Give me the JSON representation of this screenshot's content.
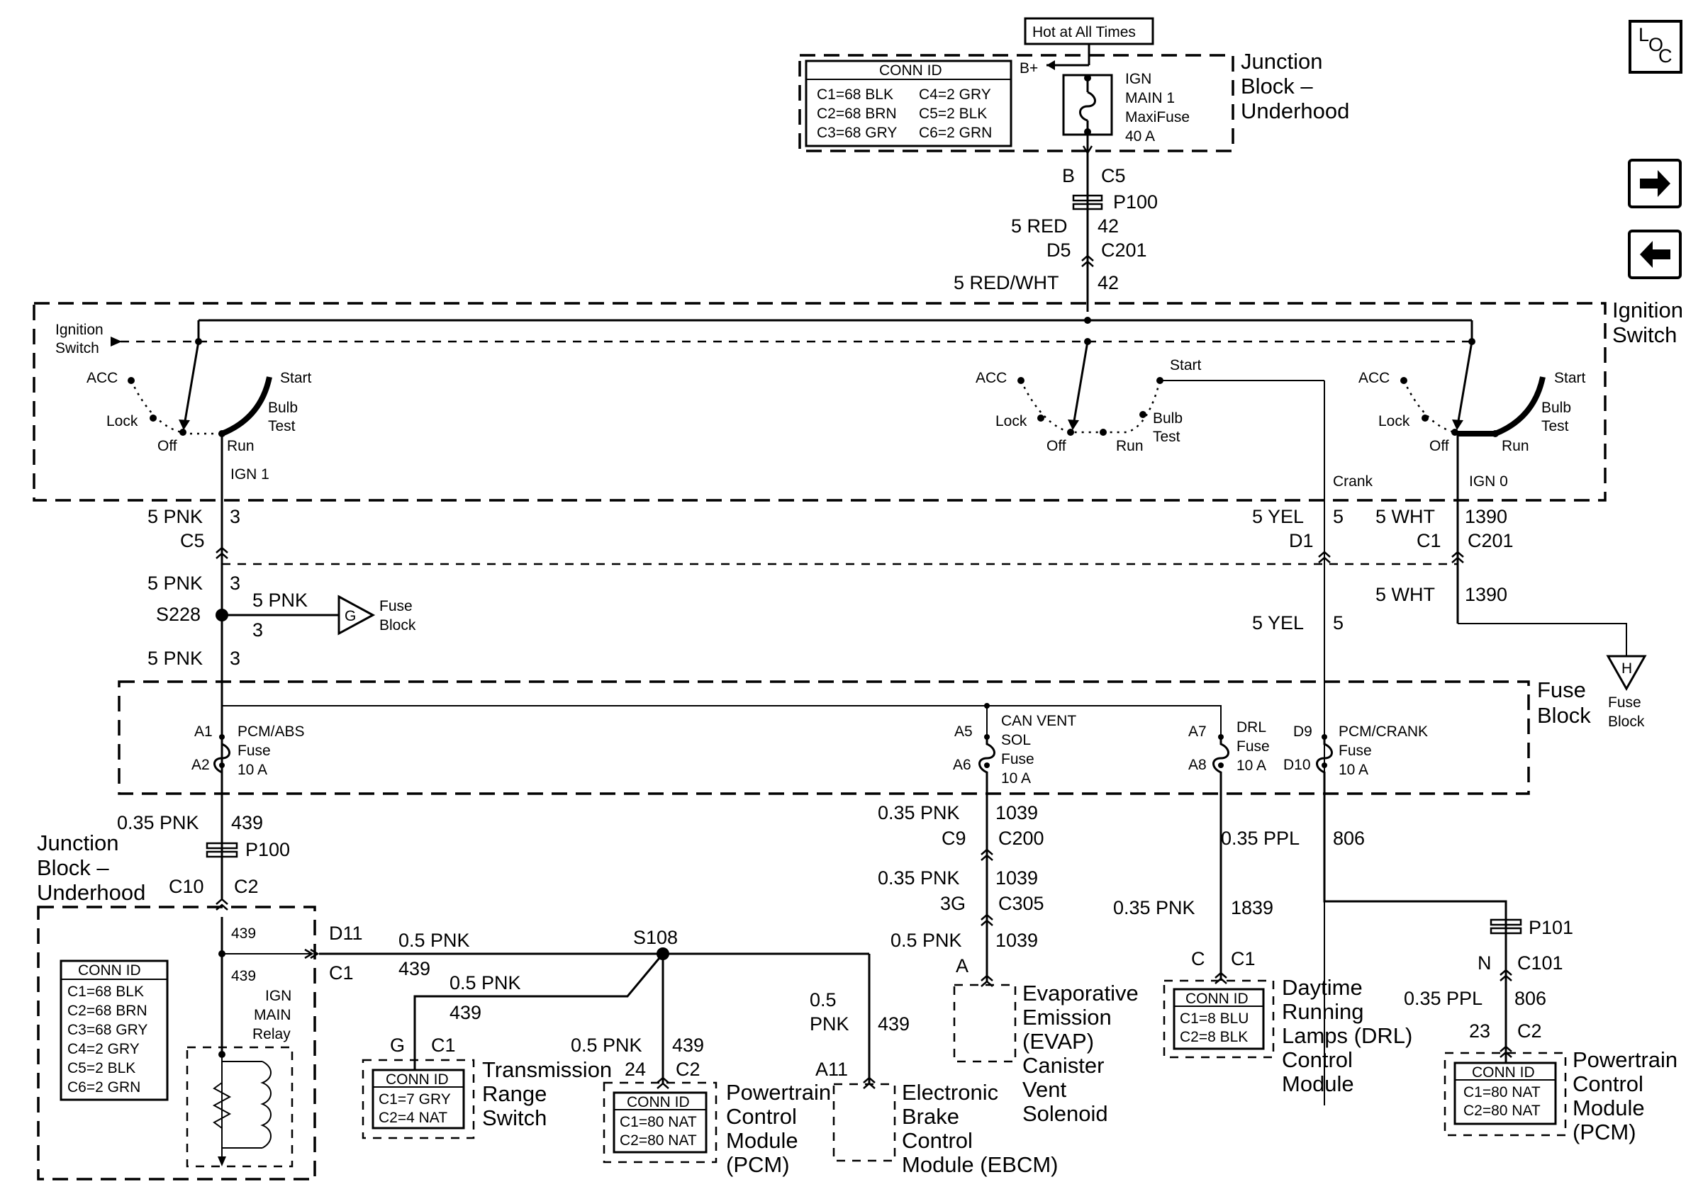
{
  "hot_label": "Hot at All Times",
  "bplus": "B+",
  "loc_icon": {
    "l": "L",
    "o": "O",
    "c": "C"
  },
  "nav": {
    "forward_icon": "arrow-right",
    "back_icon": "arrow-left"
  },
  "jb_top": {
    "name_lines": [
      "Junction",
      "Block –",
      "Underhood"
    ],
    "conn_title": "CONN ID",
    "conn_rows": [
      [
        "C1=68 BLK",
        "C4=2 GRY"
      ],
      [
        "C2=68 BRN",
        "C5=2 BLK"
      ],
      [
        "C3=68 GRY",
        "C6=2 GRN"
      ]
    ],
    "fuse_lines": [
      "IGN",
      "MAIN 1",
      "MaxiFuse",
      "40 A"
    ]
  },
  "feed": {
    "b": "B",
    "c5": "C5",
    "p100": "P100",
    "red": "5 RED",
    "n42": "42",
    "d5": "D5",
    "c201": "C201",
    "redwht": "5 RED/WHT",
    "n42b": "42"
  },
  "ign_switch": {
    "name_lines": [
      "Ignition",
      "Switch"
    ],
    "left_label_lines": [
      "Ignition",
      "Switch"
    ],
    "acc": "ACC",
    "lock": "Lock",
    "off": "Off",
    "run": "Run",
    "start": "Start",
    "bulb": "Bulb",
    "test": "Test",
    "ign1": "IGN 1",
    "crank": "Crank",
    "ign0": "IGN 0"
  },
  "pnk_circuit": {
    "c_pnk": "5 PNK",
    "c_3": "3",
    "c5": "C5",
    "pnk2": "5 PNK",
    "n3b": "3",
    "s228": "S228",
    "branch_pnk": "5 PNK",
    "branch_3": "3",
    "g": "G",
    "fuse_block_lines": [
      "Fuse",
      "Block"
    ],
    "pnk3": "5 PNK",
    "n3c": "3"
  },
  "yel_circuit": {
    "yel": "5 YEL",
    "n5": "5",
    "d1": "D1",
    "yel2": "5 YEL",
    "n5b": "5"
  },
  "wht_circuit": {
    "wht": "5 WHT",
    "n1390": "1390",
    "c1": "C1",
    "c201": "C201",
    "wht2": "5 WHT",
    "n1390b": "1390",
    "h": "H",
    "fuse_block_lines": [
      "Fuse",
      "Block"
    ]
  },
  "fuse_block": {
    "name_lines": [
      "Fuse",
      "Block"
    ],
    "fuses": [
      {
        "top": "A1",
        "bottom": "A2",
        "lines": [
          "PCM/ABS",
          "Fuse",
          "10 A"
        ]
      },
      {
        "top": "A5",
        "bottom": "A6",
        "lines": [
          "CAN VENT",
          "SOL",
          "Fuse",
          "10 A"
        ]
      },
      {
        "top": "A7",
        "bottom": "A8",
        "lines": [
          "DRL",
          "Fuse",
          "10 A"
        ]
      },
      {
        "top": "D9",
        "bottom": "D10",
        "lines": [
          "PCM/CRANK",
          "Fuse",
          "10 A"
        ]
      }
    ]
  },
  "c439": {
    "pnk": "0.35 PNK",
    "n439": "439",
    "p100": "P100",
    "c10": "C10",
    "c2": "C2",
    "wire1": "439",
    "wire2": "439",
    "d11": "D11",
    "c1": "C1",
    "pnk05": "0.5 PNK",
    "n439a": "439",
    "s108": "S108",
    "branch_pnk": "0.5 PNK",
    "branch_439": "439",
    "trs_g": "G",
    "trs_c1": "C1",
    "pcm_pnk": "0.5 PNK",
    "pcm_439": "439",
    "pcm_24": "24",
    "pcm_c2": "C2",
    "ebcm_pnk_lines": [
      "0.5",
      "PNK"
    ],
    "ebcm_439": "439",
    "ebcm_a11": "A11"
  },
  "jb_bottom": {
    "name_lines": [
      "Junction",
      "Block –",
      "Underhood"
    ],
    "conn_title": "CONN ID",
    "conn_rows": [
      "C1=68 BLK",
      "C2=68 BRN",
      "C3=68 GRY",
      "C4=2 GRY",
      "C5=2 BLK",
      "C6=2 GRN"
    ],
    "relay_lines": [
      "IGN",
      "MAIN",
      "Relay"
    ]
  },
  "components": {
    "trs": {
      "conn_title": "CONN ID",
      "conn_rows": [
        "C1=7 GRY",
        "C2=4 NAT"
      ],
      "name_lines": [
        "Transmission",
        "Range",
        "Switch"
      ]
    },
    "pcm1": {
      "conn_title": "CONN ID",
      "conn_rows": [
        "C1=80 NAT",
        "C2=80 NAT"
      ],
      "name_lines": [
        "Powertrain",
        "Control",
        "Module",
        "(PCM)"
      ]
    },
    "ebcm": {
      "name_lines": [
        "Electronic",
        "Brake",
        "Control",
        "Module (EBCM)"
      ]
    },
    "evap": {
      "name_lines": [
        "Evaporative",
        "Emission",
        "(EVAP)",
        "Canister",
        "Vent",
        "Solenoid"
      ]
    },
    "drl": {
      "conn_title": "CONN ID",
      "conn_rows": [
        "C1=8 BLU",
        "C2=8 BLK"
      ],
      "name_lines": [
        "Daytime",
        "Running",
        "Lamps (DRL)",
        "Control",
        "Module"
      ]
    },
    "pcm2": {
      "conn_title": "CONN ID",
      "conn_rows": [
        "C1=80 NAT",
        "C2=80 NAT"
      ],
      "name_lines": [
        "Powertrain",
        "Control",
        "Module",
        "(PCM)"
      ]
    }
  },
  "c1039": {
    "pnk": "0.35 PNK",
    "n1039": "1039",
    "c9": "C9",
    "c200": "C200",
    "pnk2": "0.35 PNK",
    "n1039b": "1039",
    "g3": "3G",
    "c305": "C305",
    "pnk3": "0.5 PNK",
    "n1039c": "1039",
    "a": "A"
  },
  "c1839": {
    "ppl": "0.35 PPL",
    "n806": "806",
    "pnk": "0.35 PNK",
    "n1839": "1839",
    "c": "C",
    "c1": "C1"
  },
  "c806": {
    "p101": "P101",
    "n": "N",
    "c101": "C101",
    "ppl": "0.35 PPL",
    "n806": "806",
    "n23": "23",
    "c2": "C2"
  }
}
